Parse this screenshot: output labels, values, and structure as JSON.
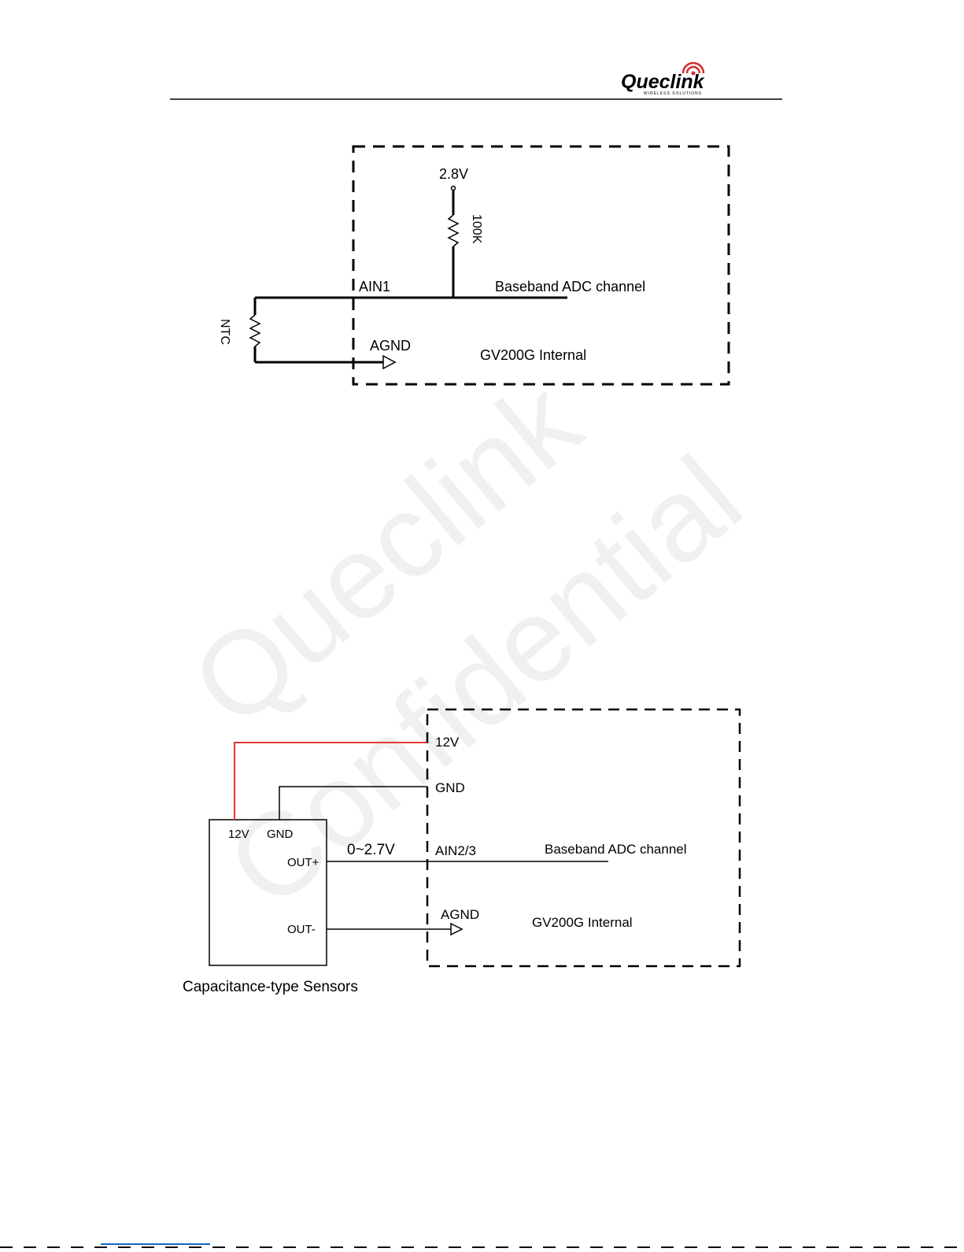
{
  "header": {
    "logo_text": "Queclink",
    "logo_tagline": "WIRELESS SOLUTIONS"
  },
  "watermark": {
    "line1": "Queclink",
    "line2": "Confidential"
  },
  "diagram1": {
    "supply_label": "2.8V",
    "resistor_label": "100K",
    "pin_label": "AIN1",
    "adc_label": "Baseband ADC channel",
    "thermistor_label": "NTC",
    "ground_label": "AGND",
    "box_label": "GV200G Internal"
  },
  "diagram2": {
    "pin_12v": "12V",
    "pin_gnd": "GND",
    "pin_ain": "AIN2/3",
    "adc_label": "Baseband ADC channel",
    "ground_label": "AGND",
    "box_label": "GV200G Internal",
    "sensor_12v": "12V",
    "sensor_gnd": "GND",
    "sensor_out_plus": "OUT+",
    "sensor_out_minus": "OUT-",
    "voltage_range": "0~2.7V",
    "sensor_caption": "Capacitance-type Sensors"
  },
  "colors": {
    "power_wire": "#e53935",
    "ground_wire": "#000000",
    "logo_red": "#d32f2f"
  }
}
